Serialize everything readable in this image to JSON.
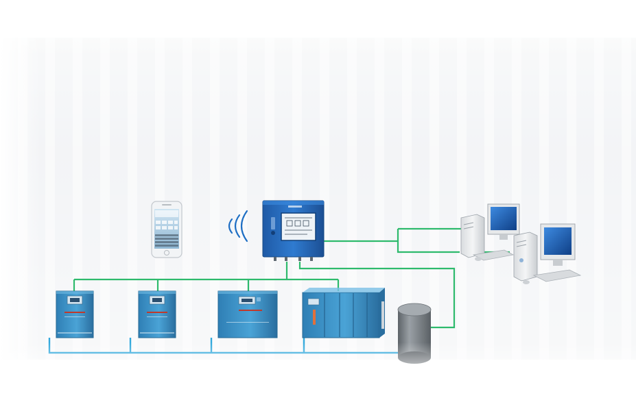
{
  "colors": {
    "network_line": "#2dba6c",
    "air_pipe": "#33a9dc",
    "controller_body": "#2b6fc0",
    "compressor_body": "#3d8fc4",
    "tank_body": "#7d8388",
    "monitor_screen": "#1d5bb0"
  },
  "nodes": [
    {
      "name": "smartphone",
      "icon": "smartphone-icon"
    },
    {
      "name": "wireless-signal",
      "icon": "wireless-signal-icon"
    },
    {
      "name": "central-controller",
      "icon": "control-cabinet-icon"
    },
    {
      "name": "computer-1",
      "icon": "desktop-computer-icon"
    },
    {
      "name": "computer-2",
      "icon": "desktop-computer-icon"
    },
    {
      "name": "compressor-1",
      "icon": "air-compressor-icon"
    },
    {
      "name": "compressor-2",
      "icon": "air-compressor-icon"
    },
    {
      "name": "compressor-3",
      "icon": "air-compressor-icon"
    },
    {
      "name": "compressor-4",
      "icon": "air-compressor-icon"
    },
    {
      "name": "air-receiver-tank",
      "icon": "air-tank-icon"
    }
  ],
  "links": [
    {
      "from": "central-controller",
      "to": "compressor-1",
      "type": "network"
    },
    {
      "from": "central-controller",
      "to": "compressor-2",
      "type": "network"
    },
    {
      "from": "central-controller",
      "to": "compressor-3",
      "type": "network"
    },
    {
      "from": "central-controller",
      "to": "compressor-4",
      "type": "network"
    },
    {
      "from": "central-controller",
      "to": "computer-1",
      "type": "network"
    },
    {
      "from": "central-controller",
      "to": "computer-2",
      "type": "network"
    },
    {
      "from": "central-controller",
      "to": "air-receiver-tank",
      "type": "network"
    },
    {
      "from": "smartphone",
      "to": "central-controller",
      "type": "wireless"
    },
    {
      "from": "compressor-1",
      "to": "air-receiver-tank",
      "type": "air-pipe"
    },
    {
      "from": "compressor-2",
      "to": "air-receiver-tank",
      "type": "air-pipe"
    },
    {
      "from": "compressor-3",
      "to": "air-receiver-tank",
      "type": "air-pipe"
    },
    {
      "from": "compressor-4",
      "to": "air-receiver-tank",
      "type": "air-pipe"
    }
  ]
}
